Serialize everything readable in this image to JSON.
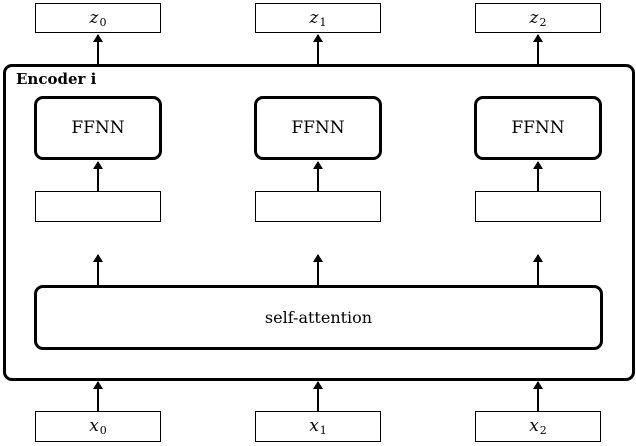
{
  "encoder": {
    "title": "Encoder i"
  },
  "outputs": [
    {
      "var": "z",
      "sub": "0"
    },
    {
      "var": "z",
      "sub": "1"
    },
    {
      "var": "z",
      "sub": "2"
    }
  ],
  "ffnn": [
    {
      "label": "FFNN"
    },
    {
      "label": "FFNN"
    },
    {
      "label": "FFNN"
    }
  ],
  "self_attention": {
    "label": "self-attention"
  },
  "inputs": [
    {
      "var": "x",
      "sub": "0"
    },
    {
      "var": "x",
      "sub": "1"
    },
    {
      "var": "x",
      "sub": "2"
    }
  ]
}
